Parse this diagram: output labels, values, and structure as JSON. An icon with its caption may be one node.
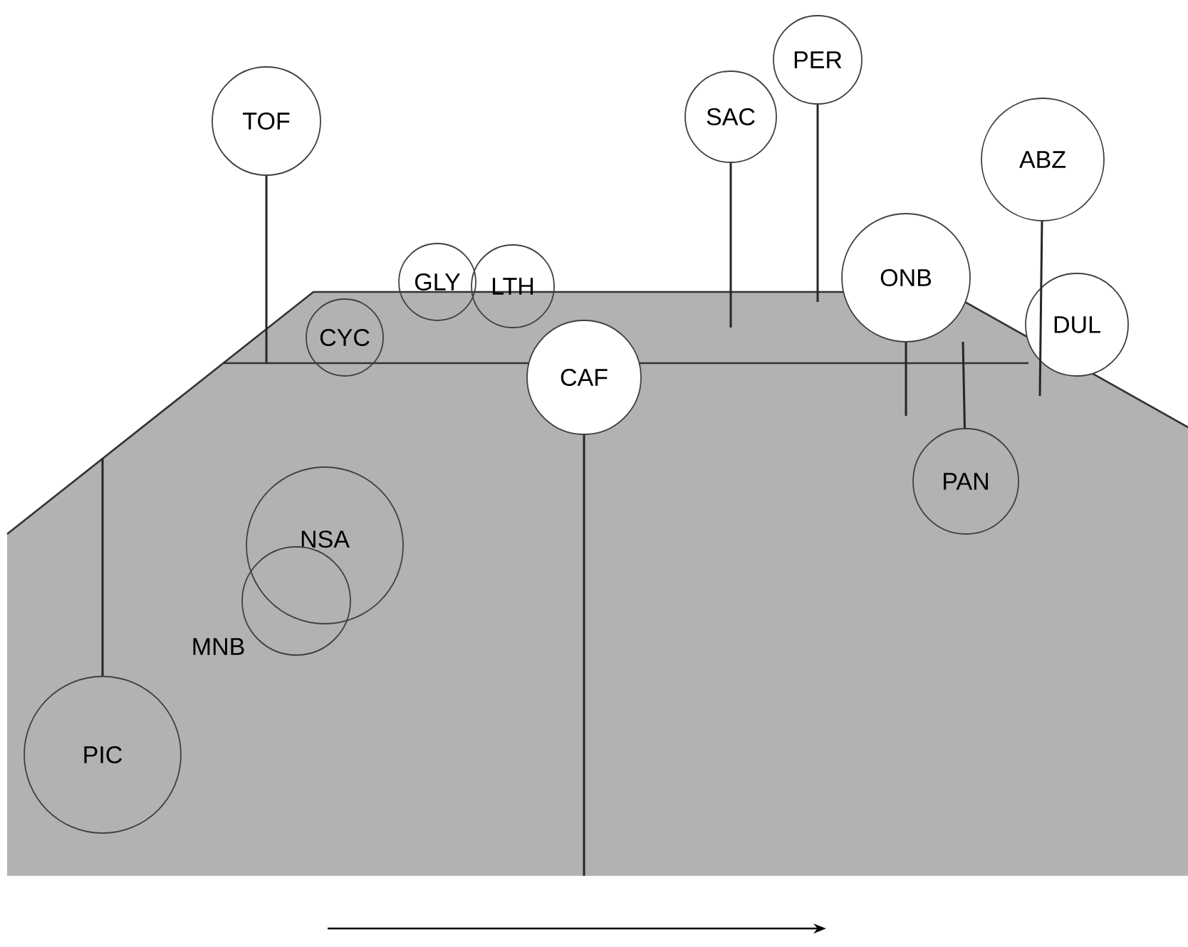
{
  "diagram": {
    "nodes": [
      {
        "text": [
          "PER"
        ]
      },
      {
        "text": [
          "SAC"
        ]
      },
      {
        "text": [
          "TOF"
        ]
      },
      {
        "text": [
          "ABZ"
        ]
      },
      {
        "text": [
          "GLY"
        ]
      },
      {
        "text": [
          "LTH"
        ]
      },
      {
        "text": [
          "ONB"
        ]
      },
      {
        "text": [
          "CYC"
        ]
      },
      {
        "text": [
          "DUL"
        ]
      },
      {
        "text": [
          "CAF"
        ]
      },
      {
        "text": [
          "PAN"
        ]
      },
      {
        "text": [
          "NSA"
        ]
      },
      {
        "text": [
          "MNB"
        ]
      },
      {
        "text": [
          "PIC"
        ]
      }
    ],
    "edges": [
      {
        "from": 2,
        "to": null,
        "arrow": "none"
      },
      {
        "from": 1,
        "to": null,
        "arrow": "none"
      },
      {
        "from": 0,
        "to": null,
        "arrow": "none"
      },
      {
        "from": 3,
        "to": null,
        "arrow": "none"
      },
      {
        "from": 6,
        "to": null,
        "arrow": "none"
      },
      {
        "from": 10,
        "to": null,
        "arrow": "none"
      },
      {
        "from": 9,
        "to": null,
        "arrow": "none"
      },
      {
        "from": 13,
        "to": null,
        "arrow": "none"
      }
    ]
  }
}
